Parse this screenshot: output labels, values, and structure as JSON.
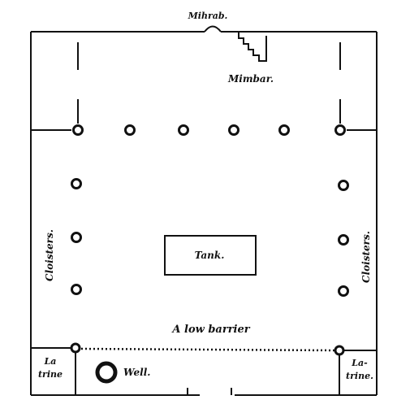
{
  "labels": {
    "mihrab": "Mihrab.",
    "mimbar": "Mimbar.",
    "tank": "Tank.",
    "cloisters_left": "Cloisters.",
    "cloisters_right": "Cloisters.",
    "barrier": "A low barrier",
    "latrine_left_1": "La",
    "latrine_left_2": "trine",
    "latrine_right_1": "La-",
    "latrine_right_2": "trine.",
    "well": "Well."
  },
  "colors": {
    "ink": "#111111",
    "paper": "#ffffff"
  }
}
